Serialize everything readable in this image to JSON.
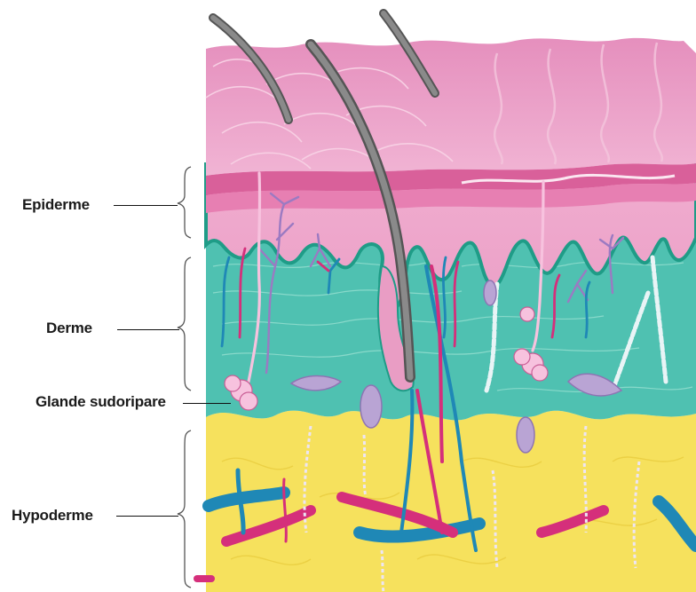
{
  "labels": {
    "epiderme": "Epiderme",
    "derme": "Derme",
    "glande": "Glande sudoripare",
    "hypoderme": "Hypoderme"
  },
  "colors": {
    "epidermis_pink": "#eaa3c8",
    "epidermis_dark": "#d9609a",
    "dermis_teal": "#4fc1b1",
    "dermis_border": "#1f9c87",
    "hypodermis_yellow": "#f6e15d",
    "hair_gray": "#707070",
    "vessel_blue": "#1f88b6",
    "vessel_red": "#d52f7b",
    "nerve_purple": "#9b7ac2",
    "gland_pink": "#f7c2de",
    "fat_cell_lilac": "#b9a4d4"
  },
  "icons": {
    "hair": "hair-icon",
    "sweat_gland": "sweat-gland-icon",
    "blood_vessel": "blood-vessel-icon",
    "nerve": "nerve-icon",
    "fat_cell": "fat-cell-icon"
  }
}
